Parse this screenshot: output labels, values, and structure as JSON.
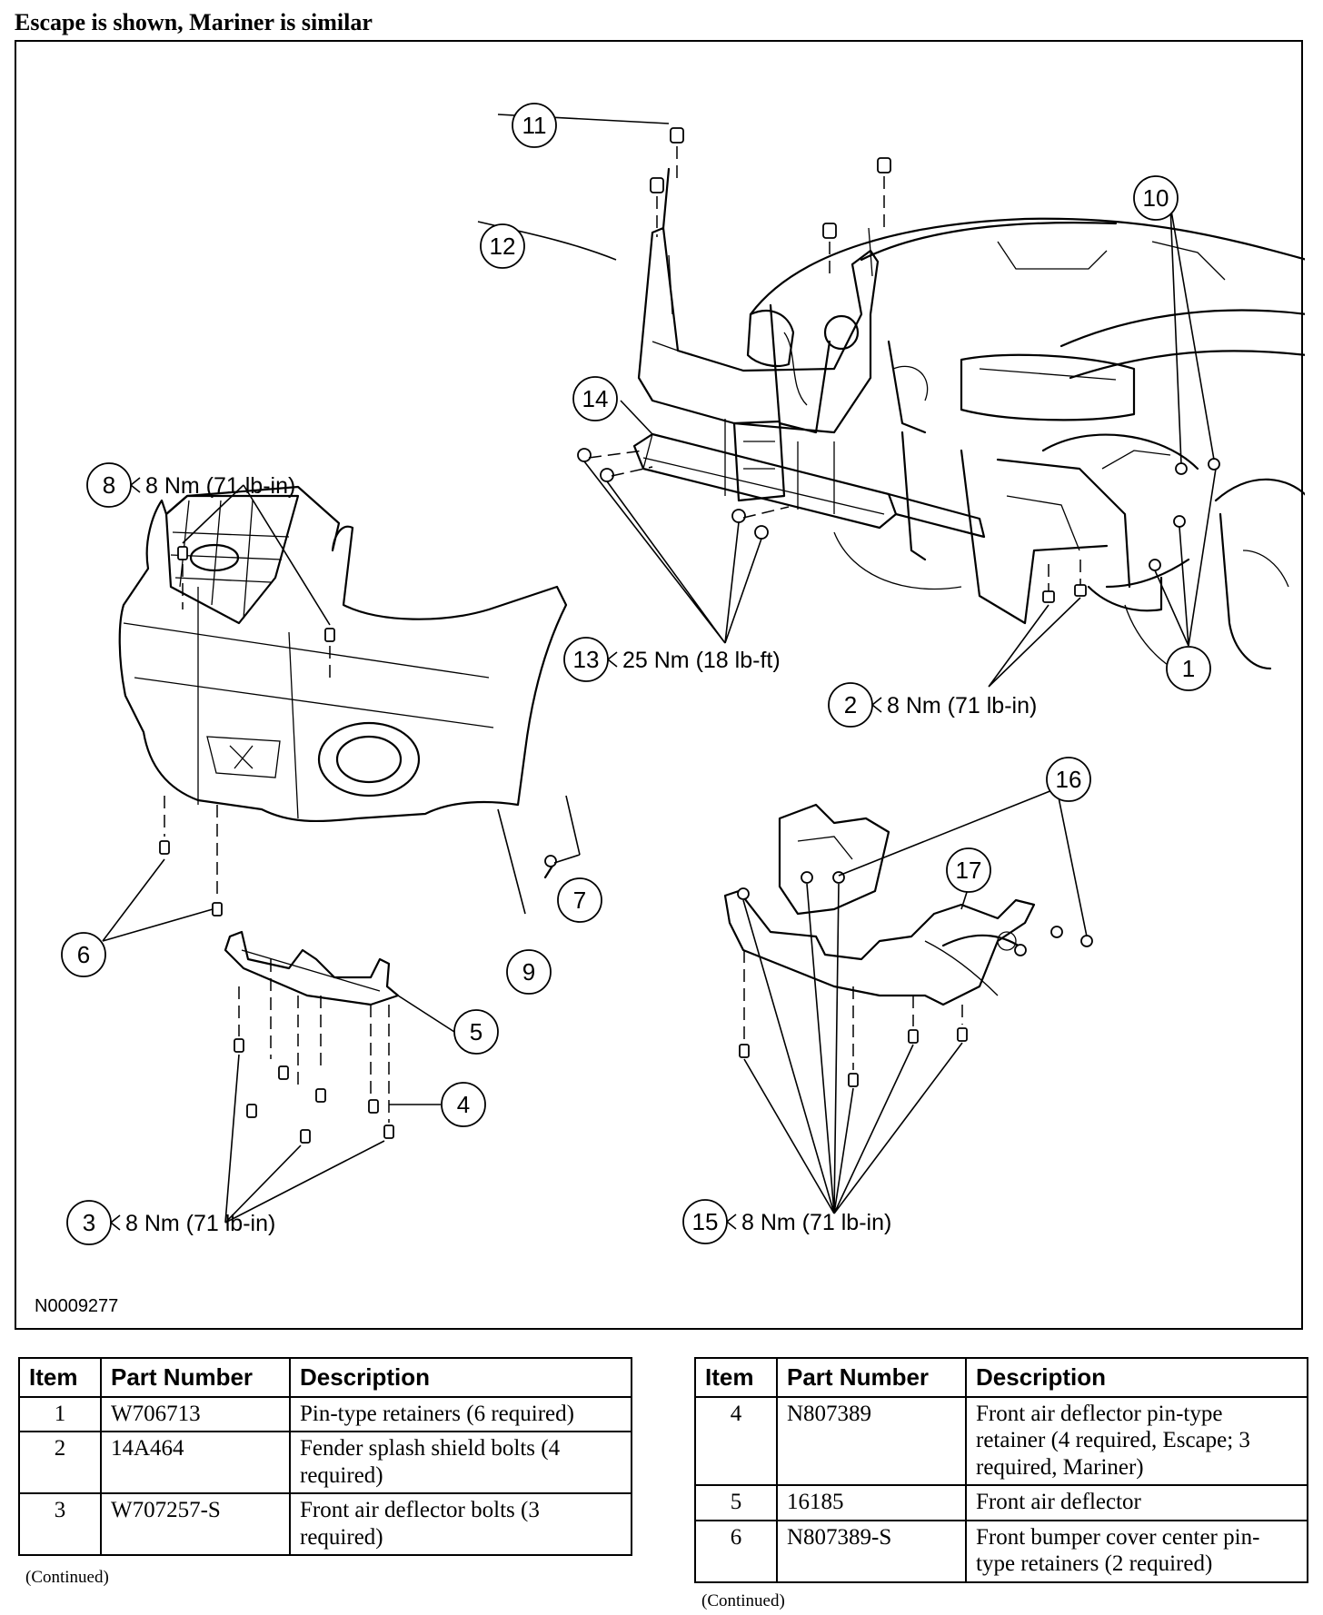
{
  "heading": "Escape is shown, Mariner is similar",
  "figure": {
    "id": "N0009277",
    "callouts": [
      {
        "num": "1",
        "torque": ""
      },
      {
        "num": "2",
        "torque": "8 Nm (71 lb-in)"
      },
      {
        "num": "3",
        "torque": "8 Nm (71 lb-in)"
      },
      {
        "num": "4",
        "torque": ""
      },
      {
        "num": "5",
        "torque": ""
      },
      {
        "num": "6",
        "torque": ""
      },
      {
        "num": "7",
        "torque": ""
      },
      {
        "num": "8",
        "torque": "8 Nm (71 lb-in)"
      },
      {
        "num": "9",
        "torque": ""
      },
      {
        "num": "10",
        "torque": ""
      },
      {
        "num": "11",
        "torque": ""
      },
      {
        "num": "12",
        "torque": ""
      },
      {
        "num": "13",
        "torque": "25 Nm (18 lb-ft)"
      },
      {
        "num": "14",
        "torque": ""
      },
      {
        "num": "15",
        "torque": "8 Nm (71 lb-in)"
      },
      {
        "num": "16",
        "torque": ""
      },
      {
        "num": "17",
        "torque": ""
      }
    ]
  },
  "table_headers": {
    "item": "Item",
    "part_number": "Part Number",
    "description": "Description"
  },
  "tables": [
    {
      "rows": [
        {
          "item": "1",
          "part_number": "W706713",
          "description": "Pin-type retainers (6 required)"
        },
        {
          "item": "2",
          "part_number": "14A464",
          "description": "Fender splash shield bolts (4 required)"
        },
        {
          "item": "3",
          "part_number": "W707257-S",
          "description": "Front air deflector bolts (3 required)"
        }
      ],
      "continued": "(Continued)"
    },
    {
      "rows": [
        {
          "item": "4",
          "part_number": "N807389",
          "description": "Front air deflector pin-type retainer (4 required, Escape; 3 required, Mariner)"
        },
        {
          "item": "5",
          "part_number": "16185",
          "description": "Front air deflector"
        },
        {
          "item": "6",
          "part_number": "N807389-S",
          "description": "Front bumper cover center pin-type retainers (2 required)"
        }
      ],
      "continued": "(Continued)"
    }
  ]
}
